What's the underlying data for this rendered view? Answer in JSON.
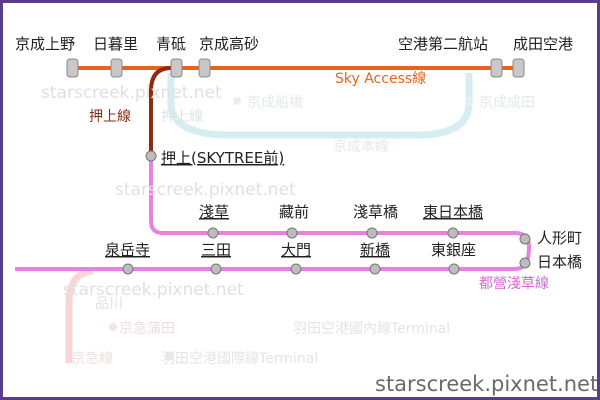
{
  "stations": {
    "keisei_ueno": "京成上野",
    "nippori": "日暮里",
    "aoto": "青砥",
    "keisei_takasago": "京成高砂",
    "airport_t2": "空港第二航站",
    "narita_airport": "成田空港",
    "oshiage": "押上(SKYTREE前)",
    "asakusa": "淺草",
    "kuramae": "藏前",
    "asakusabashi": "淺草橋",
    "higashi_nihombashi": "東日本橋",
    "ningyocho": "人形町",
    "nihombashi": "日本橋",
    "sengakuji": "泉岳寺",
    "mita": "三田",
    "daimon": "大門",
    "shimbashi": "新橋",
    "higashi_ginza": "東銀座"
  },
  "lines": {
    "sky_access": "Sky Access線",
    "oshiage_line": "押上線",
    "toei_asakusa": "都營淺草線"
  },
  "faded": {
    "oshiage_line": "押上線",
    "keisei_funabashi": "京成船橋",
    "keisei_narita": "京成成田",
    "keisei_main": "京成本線",
    "shinagawa": "品川",
    "keikyu_kamata": "京急蒲田",
    "keikyu_line": "京急線",
    "haneda_domestic": "羽田空港國內線Terminal",
    "haneda_intl": "羽田空港國際線Terminal"
  },
  "watermark": "starscreek.pixnet.net",
  "colors": {
    "sky_access": "#e8641e",
    "oshiage_line": "#8c2d0f",
    "asakusa_line": "#e882e0",
    "keisei_faded": "#d6eef2",
    "keikyu_faded": "#f7d6d6",
    "border": "#5a3c8c"
  }
}
